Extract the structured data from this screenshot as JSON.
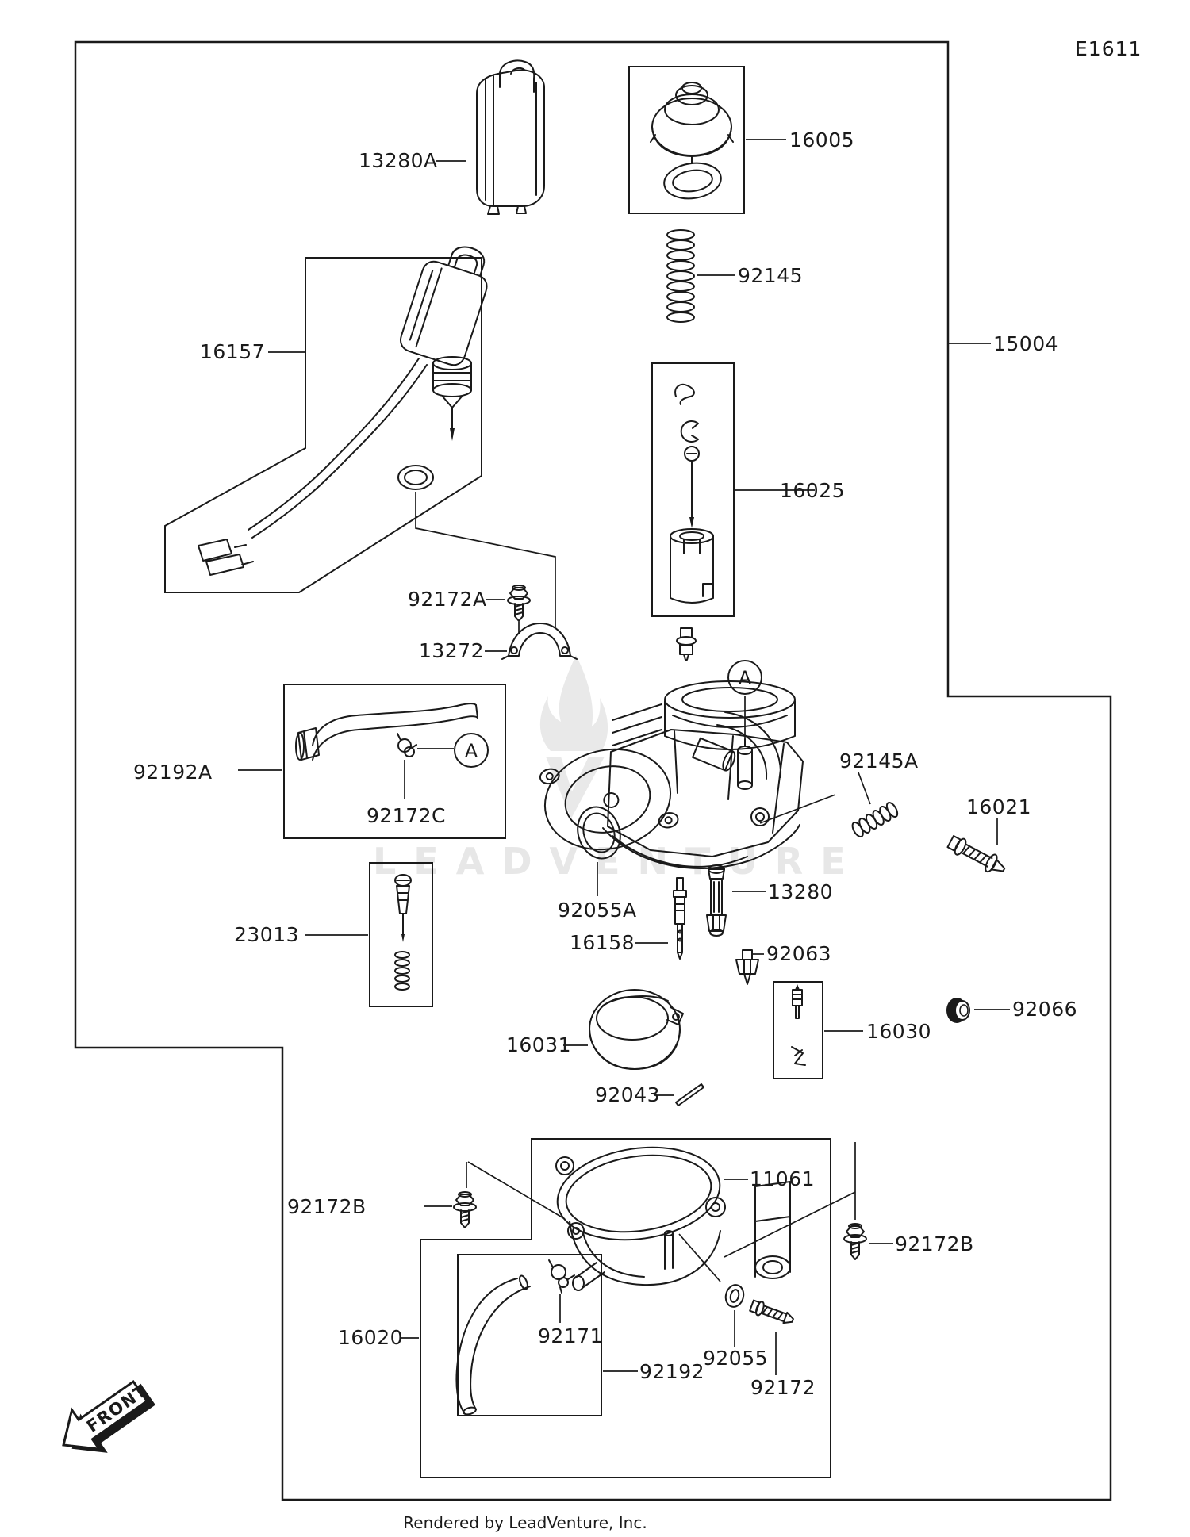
{
  "page": {
    "diagram_code": "E1611",
    "footer_credit": "Rendered by LeadVenture, Inc.",
    "watermark_text": "LEADVENTURE",
    "front_marker": "FRONT",
    "detail_marker": "A",
    "colors": {
      "line": "#1a1a1a",
      "watermark": "#e8e8e8",
      "background": "#ffffff"
    }
  },
  "parts": [
    {
      "label": "13280A"
    },
    {
      "label": "16005"
    },
    {
      "label": "92145"
    },
    {
      "label": "16157"
    },
    {
      "label": "15004"
    },
    {
      "label": "16025"
    },
    {
      "label": "92172A"
    },
    {
      "label": "13272"
    },
    {
      "label": "92192A"
    },
    {
      "label": "92172C"
    },
    {
      "label": "23013"
    },
    {
      "label": "92055A"
    },
    {
      "label": "16158"
    },
    {
      "label": "13280"
    },
    {
      "label": "92063"
    },
    {
      "label": "92145A"
    },
    {
      "label": "16021"
    },
    {
      "label": "92066"
    },
    {
      "label": "16030"
    },
    {
      "label": "16031"
    },
    {
      "label": "92043"
    },
    {
      "label": "11061"
    },
    {
      "label": "92172B"
    },
    {
      "label": "16020"
    },
    {
      "label": "92171"
    },
    {
      "label": "92055"
    },
    {
      "label": "92192"
    },
    {
      "label": "92172"
    }
  ]
}
